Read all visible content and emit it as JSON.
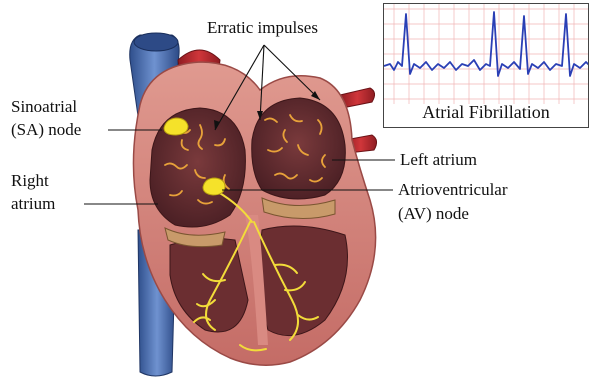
{
  "labels": {
    "erratic_impulses": "Erratic impulses",
    "sa_node_line1": "Sinoatrial",
    "sa_node_line2": "(SA) node",
    "right_atrium_line1": "Right",
    "right_atrium_line2": "atrium",
    "left_atrium": "Left atrium",
    "av_node_line1": "Atrioventricular",
    "av_node_line2": "(AV) node"
  },
  "inset": {
    "title": "Atrial Fibrillation"
  },
  "colors": {
    "vessel_blue": "#4a6fb0",
    "myocardium": "#c9706a",
    "chamber": "#5e2a2e",
    "conduction_yellow": "#f2dc3a",
    "impulse_orange": "#e8a23a",
    "aorta_red": "#b8232a",
    "ecg_line": "#2a3fb5",
    "ecg_grid": "#f0b5b5"
  }
}
